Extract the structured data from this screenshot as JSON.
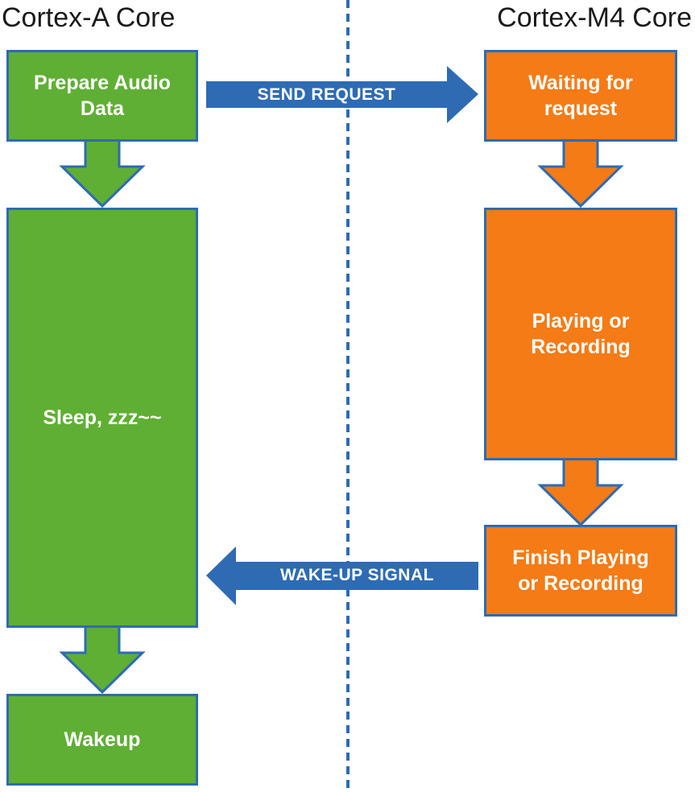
{
  "headers": {
    "left": "Cortex-A Core",
    "right": "Cortex-M4 Core"
  },
  "left_column": {
    "boxes": [
      {
        "label": "Prepare Audio\nData"
      },
      {
        "label": "Sleep, zzz~~"
      },
      {
        "label": "Wakeup"
      }
    ]
  },
  "right_column": {
    "boxes": [
      {
        "label": "Waiting for\nrequest"
      },
      {
        "label": "Playing or\nRecording"
      },
      {
        "label": "Finish Playing\nor Recording"
      }
    ]
  },
  "signals": {
    "send_request": "SEND REQUEST",
    "wake_up_signal": "WAKE-UP SIGNAL"
  },
  "colors": {
    "green": "#5faf34",
    "orange": "#f47b16",
    "blue": "#2e6bb3"
  }
}
